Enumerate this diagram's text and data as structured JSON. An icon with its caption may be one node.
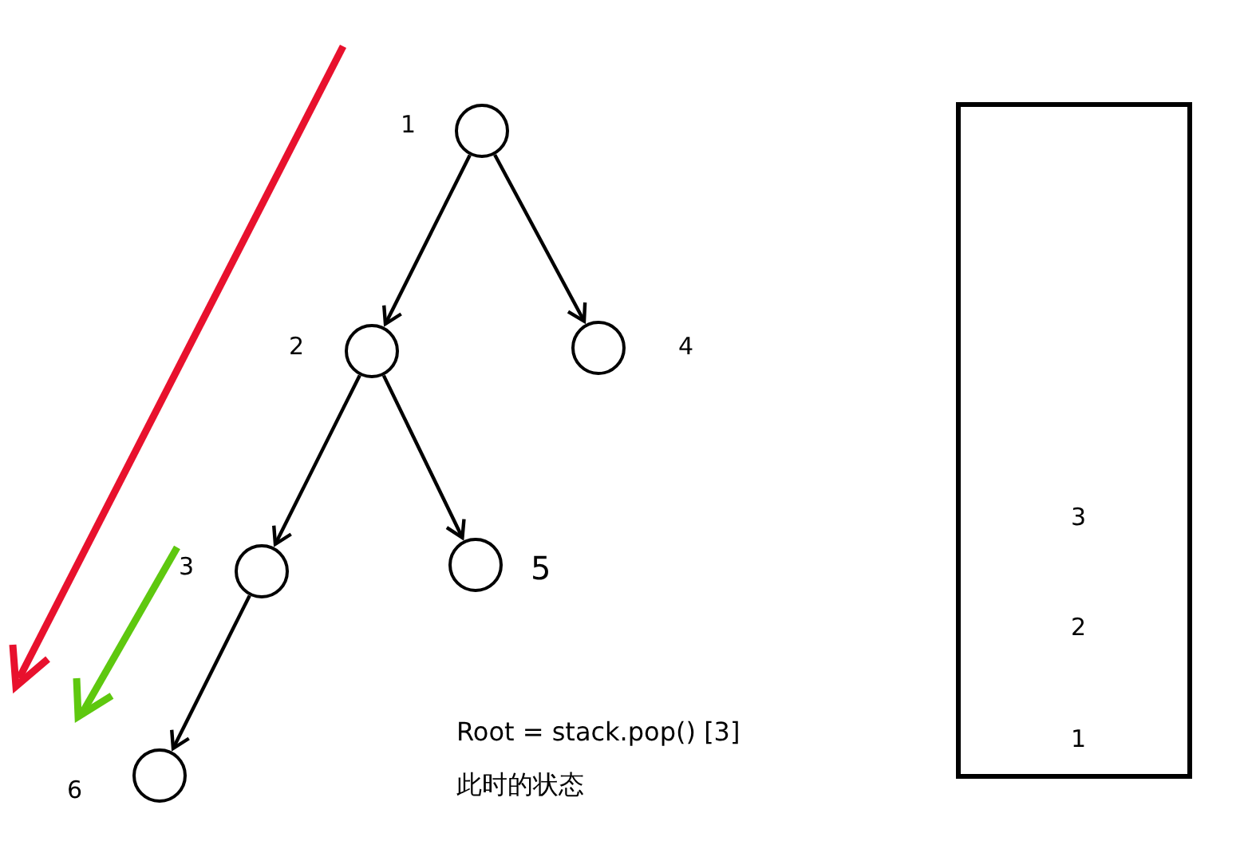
{
  "diagram": {
    "nodes": [
      {
        "text": [],
        "shape": "circle",
        "beside": [
          "1"
        ]
      },
      {
        "text": [],
        "shape": "circle",
        "beside": [
          "2"
        ]
      },
      {
        "text": [],
        "shape": "circle",
        "beside": [
          "4"
        ]
      },
      {
        "text": [],
        "shape": "circle",
        "beside": [
          "3"
        ]
      },
      {
        "text": [],
        "shape": "circle",
        "beside": [
          "5"
        ]
      },
      {
        "text": [],
        "shape": "circle",
        "beside": [
          "6"
        ]
      },
      {
        "text": [
          "3",
          "2",
          "1"
        ]
      }
    ],
    "edges": [
      {
        "from": 0,
        "to": 1,
        "arrow": "to"
      },
      {
        "from": 0,
        "to": 2,
        "arrow": "to"
      },
      {
        "from": 1,
        "to": 3,
        "arrow": "to"
      },
      {
        "from": 1,
        "to": 4,
        "arrow": "to"
      },
      {
        "from": 3,
        "to": 5,
        "arrow": "to"
      }
    ],
    "labels": [
      "Root = stack.pop()  [3]",
      "此时的状态"
    ]
  }
}
